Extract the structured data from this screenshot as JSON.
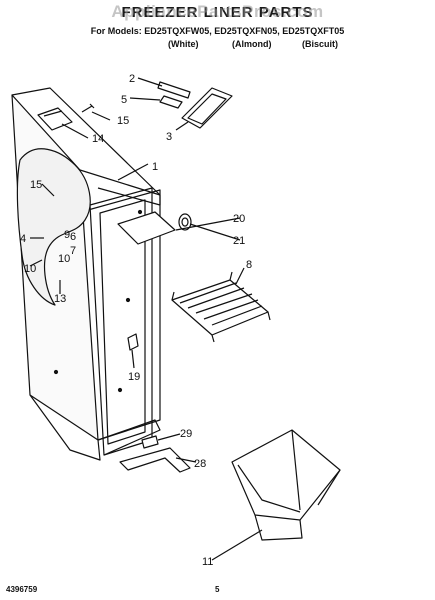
{
  "header": {
    "title": "FREEZER LINER PARTS",
    "watermark": "AppliancePartsPros.com",
    "models_line": "For Models: ED25TQXFW05, ED25TQXFN05, ED25TQXFT05",
    "variants": [
      "(White)",
      "(Almond)",
      "(Biscuit)"
    ]
  },
  "footer": {
    "doc_number": "4396759",
    "page_number": "5"
  },
  "callouts": [
    "1",
    "2",
    "3",
    "4",
    "5",
    "6",
    "7",
    "8",
    "9",
    "10",
    "10",
    "11",
    "13",
    "14",
    "15",
    "15",
    "19",
    "20",
    "21",
    "28",
    "29"
  ]
}
